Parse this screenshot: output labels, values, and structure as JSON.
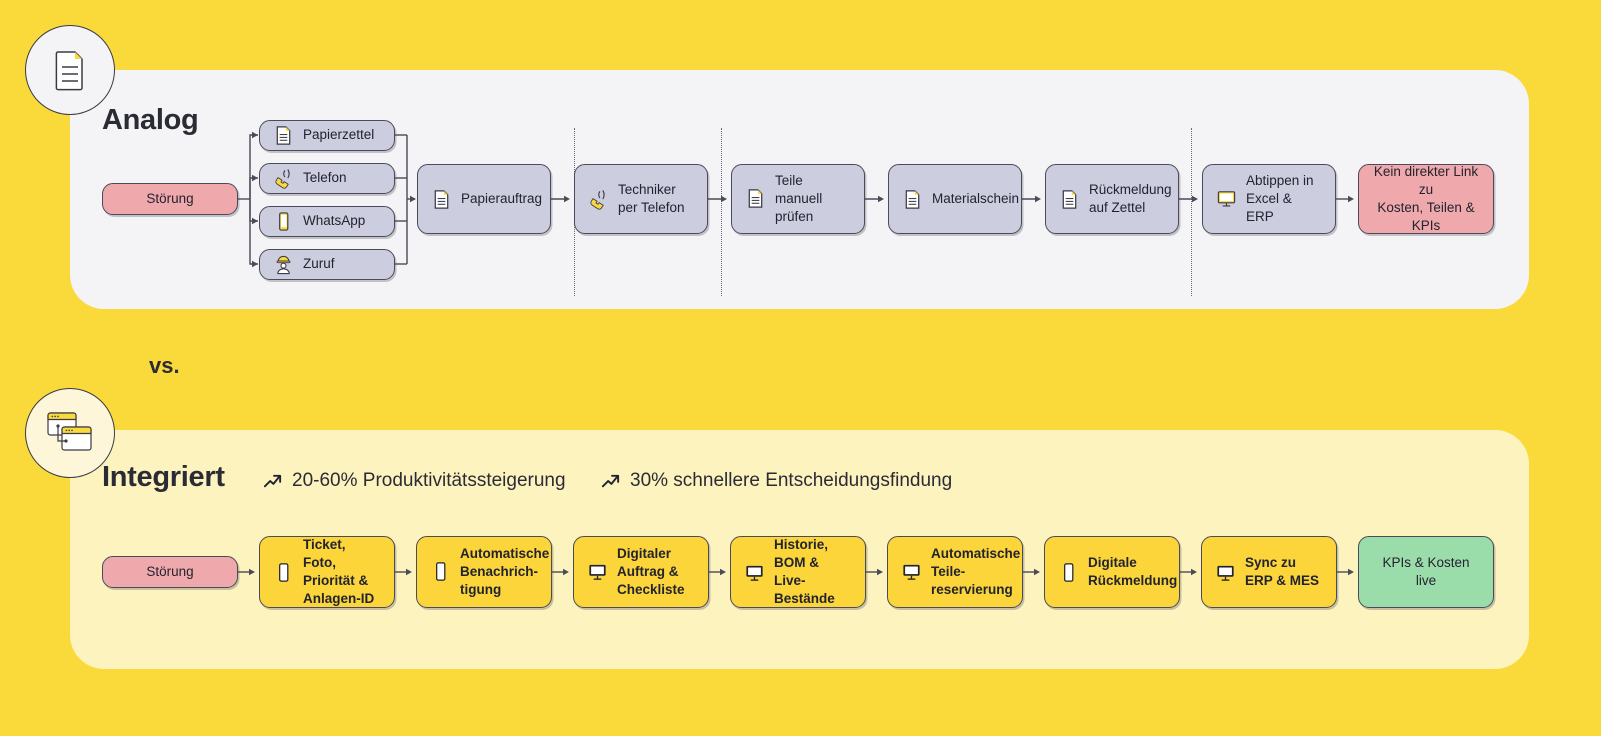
{
  "colors": {
    "page_background": "#fada3a",
    "analog_panel": "#f4f4f6",
    "integriert_panel": "#fdf3bf",
    "analog_node": "#cdcde0",
    "problem_node": "#efa9ad",
    "integriert_node": "#fbd53a",
    "success_node": "#9bdcab",
    "stroke": "#4a4a58",
    "text": "#23232e"
  },
  "analog": {
    "badge_icon": "document-icon",
    "title": "Analog",
    "start": {
      "label": "Störung"
    },
    "branches": [
      {
        "icon": "document-icon",
        "label": "Papierzettel"
      },
      {
        "icon": "phone-icon",
        "label": "Telefon"
      },
      {
        "icon": "mobile-icon",
        "label": "WhatsApp"
      },
      {
        "icon": "worker-icon",
        "label": "Zuruf"
      }
    ],
    "steps": [
      {
        "icon": "document-icon",
        "label": "Papierauftrag"
      },
      {
        "icon": "phone-icon",
        "label": "Techniker\nper Telefon"
      },
      {
        "icon": "document-icon",
        "label": "Teile manuell\nprüfen"
      },
      {
        "icon": "document-icon",
        "label": "Materialschein"
      },
      {
        "icon": "document-icon",
        "label": "Rückmeldung\nauf Zettel"
      },
      {
        "icon": "monitor-icon",
        "label": "Abtippen in\nExcel & ERP"
      }
    ],
    "outcome": {
      "label": "Kein direkter Link zu\nKosten, Teilen & KPIs"
    }
  },
  "vs_label": "vs.",
  "integriert": {
    "badge_icon": "windows-icon",
    "title": "Integriert",
    "stats": [
      {
        "icon": "trend-up-icon",
        "label": "20-60% Produktivitätssteigerung"
      },
      {
        "icon": "trend-up-icon",
        "label": "30% schnellere Entscheidungsfindung"
      }
    ],
    "start": {
      "label": "Störung"
    },
    "steps": [
      {
        "icon": "mobile-icon",
        "label": "Ticket, Foto,\nPriorität &\nAnlagen-ID"
      },
      {
        "icon": "mobile-icon",
        "label": "Automatische\nBenachrich-\ntigung"
      },
      {
        "icon": "monitor-icon",
        "label": "Digitaler\nAuftrag &\nCheckliste"
      },
      {
        "icon": "monitor-icon",
        "label": "Historie,\nBOM & Live-\nBestände"
      },
      {
        "icon": "monitor-icon",
        "label": "Automatische\nTeile-\nreservierung"
      },
      {
        "icon": "mobile-icon",
        "label": "Digitale\nRückmeldung"
      },
      {
        "icon": "monitor-icon",
        "label": "Sync zu\nERP & MES"
      }
    ],
    "outcome": {
      "label": "KPIs & Kosten\nlive"
    }
  }
}
